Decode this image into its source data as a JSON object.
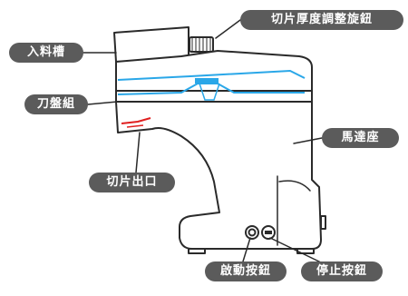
{
  "labels": {
    "feed_chute": "入料槽",
    "thickness_knob": "切片厚度調整旋鈕",
    "blade_assembly": "刀盤組",
    "motor_base": "馬達座",
    "slice_outlet": "切片出口",
    "start_button": "啟動按鈕",
    "stop_button": "停止按鈕"
  },
  "colors": {
    "label_bg": "#5b5b5b",
    "label_text": "#ffffff",
    "outline": "#2a2a2a",
    "blade_accent": "#2aa7e8",
    "outlet_accent": "#e02020"
  }
}
